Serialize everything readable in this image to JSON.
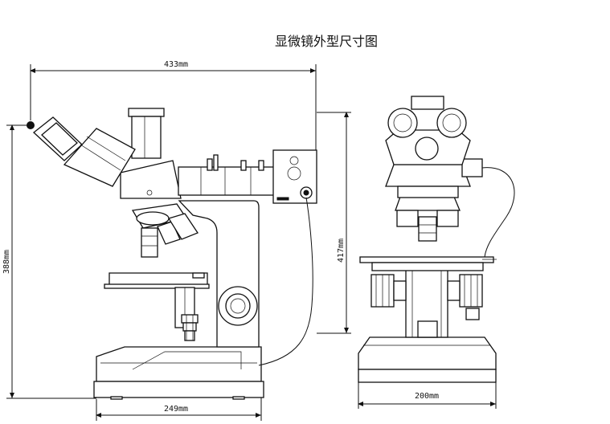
{
  "title": "显微镜外型尺寸图",
  "dimensions": {
    "side_width": "433mm",
    "side_height": "388mm",
    "base_width": "249mm",
    "front_height": "417mm",
    "front_width": "200mm"
  }
}
